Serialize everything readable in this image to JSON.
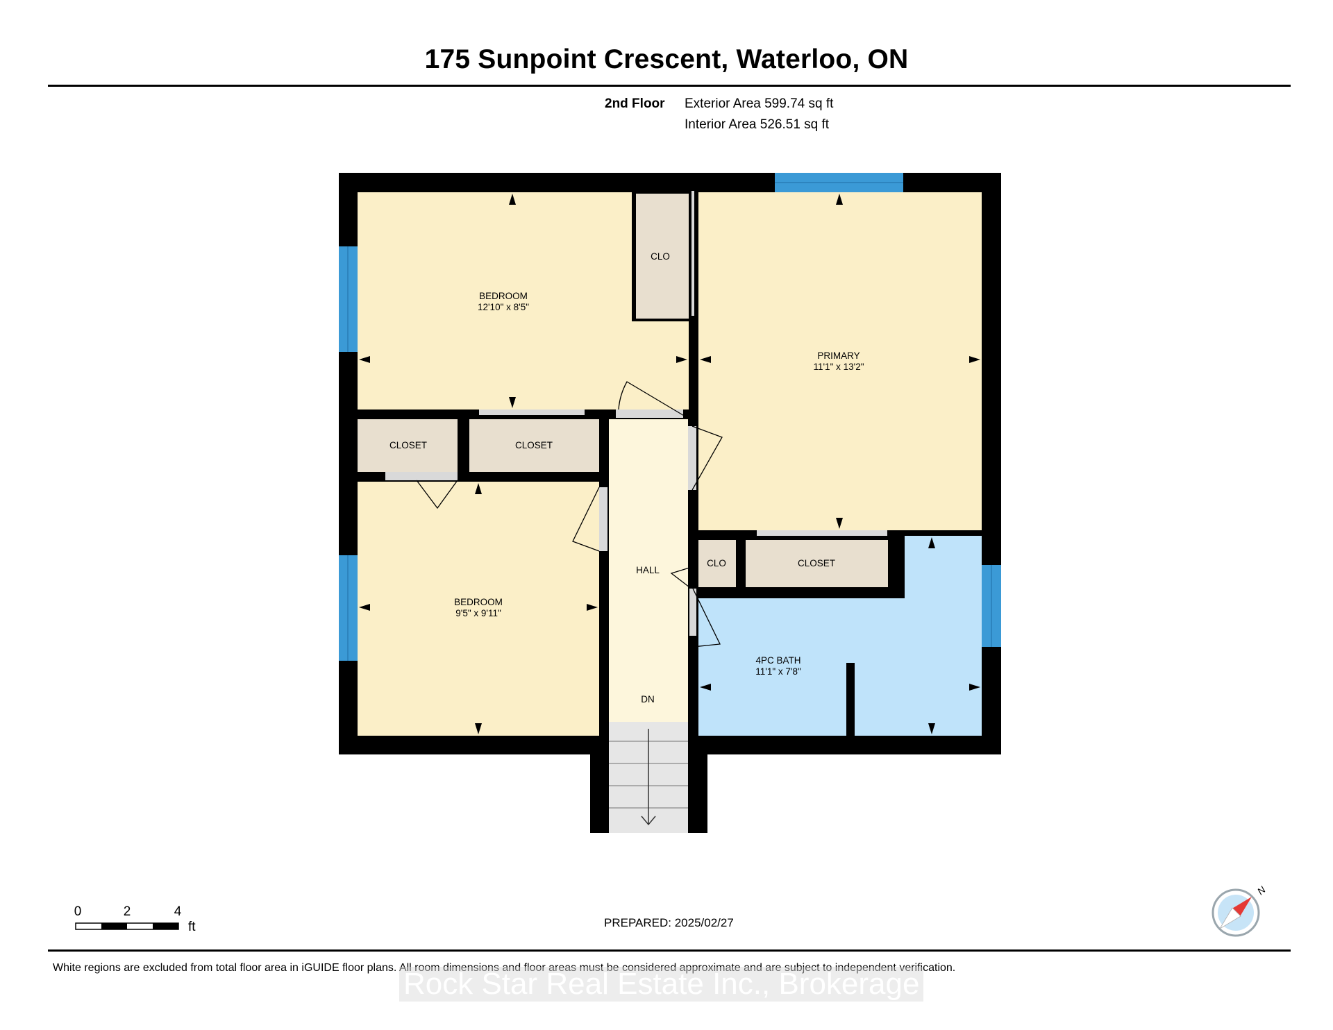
{
  "title": "175 Sunpoint Crescent, Waterloo, ON",
  "floor": {
    "name": "2nd Floor",
    "exterior_area": "Exterior Area 599.74 sq ft",
    "interior_area": "Interior Area 526.51 sq ft"
  },
  "rooms": {
    "bedroom1": {
      "name": "BEDROOM",
      "dims": "12'10\" x 8'5\""
    },
    "primary": {
      "name": "PRIMARY",
      "dims": "11'1\" x 13'2\""
    },
    "bedroom2": {
      "name": "BEDROOM",
      "dims": "9'5\" x 9'11\""
    },
    "bath": {
      "name": "4PC BATH",
      "dims": "11'1\" x 7'8\""
    },
    "clo_top": "CLO",
    "closet_left": "CLOSET",
    "closet_mid": "CLOSET",
    "hall": "HALL",
    "clo_right": "CLO",
    "closet_right": "CLOSET",
    "dn": "DN"
  },
  "scale": {
    "ticks": [
      "0",
      "2",
      "4"
    ],
    "unit": "ft"
  },
  "compass": {
    "label": "N"
  },
  "prepared": "PREPARED: 2025/02/27",
  "disclaimer": "White regions are excluded from total floor area in iGUIDE floor plans. All room dimensions and floor areas must be considered approximate and are subject to independent verification.",
  "watermark": "Rock Star Real Estate Inc., Brokerage",
  "colors": {
    "bedroom": "#fbefc8",
    "hall": "#fdf6dc",
    "closet": "#e8dfcf",
    "bath": "#bfe3fa",
    "window": "#3b9ad6",
    "wall": "#000000"
  }
}
